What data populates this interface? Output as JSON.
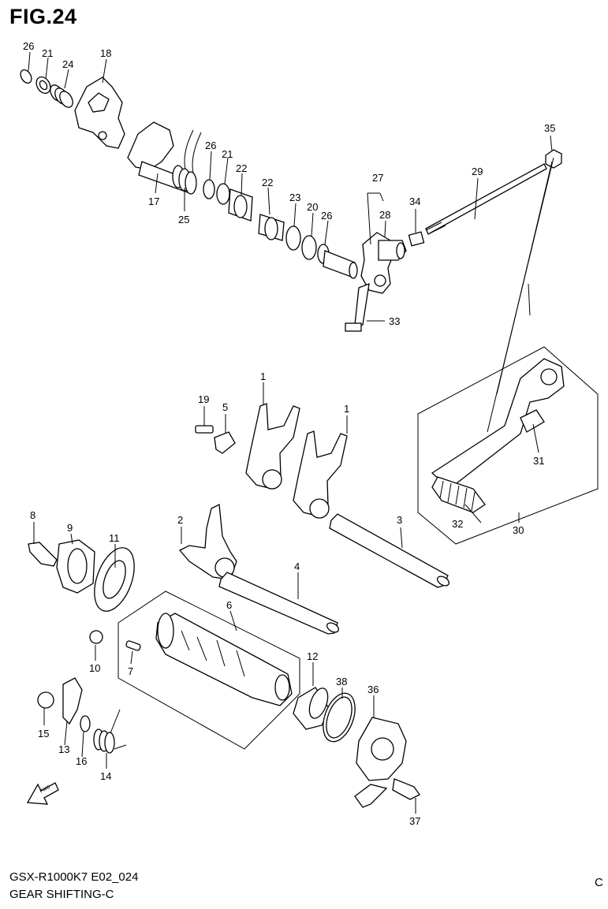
{
  "figure": {
    "title": "FIG.24",
    "model_code": "GSX-R1000K7 E02_024",
    "section_name": "GEAR SHIFTING-C",
    "page_edge_char": "C",
    "fwd_label": "FWD"
  },
  "callouts": [
    {
      "id": "26a",
      "text": "26"
    },
    {
      "id": "21a",
      "text": "21"
    },
    {
      "id": "24",
      "text": "24"
    },
    {
      "id": "18",
      "text": "18"
    },
    {
      "id": "17",
      "text": "17"
    },
    {
      "id": "25",
      "text": "25"
    },
    {
      "id": "26b",
      "text": "26"
    },
    {
      "id": "21b",
      "text": "21"
    },
    {
      "id": "22a",
      "text": "22"
    },
    {
      "id": "22b",
      "text": "22"
    },
    {
      "id": "23",
      "text": "23"
    },
    {
      "id": "20",
      "text": "20"
    },
    {
      "id": "26c",
      "text": "26"
    },
    {
      "id": "27",
      "text": "27"
    },
    {
      "id": "28",
      "text": "28"
    },
    {
      "id": "34",
      "text": "34"
    },
    {
      "id": "29",
      "text": "29"
    },
    {
      "id": "35",
      "text": "35"
    },
    {
      "id": "33",
      "text": "33"
    },
    {
      "id": "19",
      "text": "19"
    },
    {
      "id": "5",
      "text": "5"
    },
    {
      "id": "1a",
      "text": "1"
    },
    {
      "id": "1b",
      "text": "1"
    },
    {
      "id": "31",
      "text": "31"
    },
    {
      "id": "32",
      "text": "32"
    },
    {
      "id": "30",
      "text": "30"
    },
    {
      "id": "3",
      "text": "3"
    },
    {
      "id": "2",
      "text": "2"
    },
    {
      "id": "4",
      "text": "4"
    },
    {
      "id": "8",
      "text": "8"
    },
    {
      "id": "9",
      "text": "9"
    },
    {
      "id": "11",
      "text": "11"
    },
    {
      "id": "6",
      "text": "6"
    },
    {
      "id": "10",
      "text": "10"
    },
    {
      "id": "7",
      "text": "7"
    },
    {
      "id": "12",
      "text": "12"
    },
    {
      "id": "38",
      "text": "38"
    },
    {
      "id": "36",
      "text": "36"
    },
    {
      "id": "15",
      "text": "15"
    },
    {
      "id": "13",
      "text": "13"
    },
    {
      "id": "16",
      "text": "16"
    },
    {
      "id": "14",
      "text": "14"
    },
    {
      "id": "37",
      "text": "37"
    }
  ]
}
